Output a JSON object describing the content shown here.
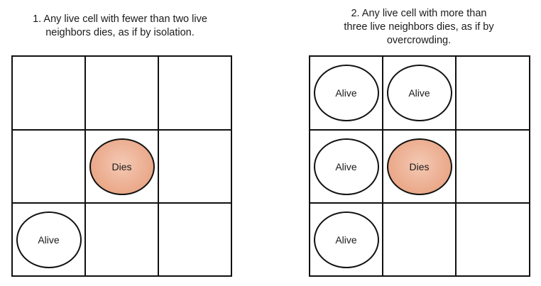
{
  "colors": {
    "alive_fill": "#ffffff",
    "dies_fill": "#eaa889",
    "grid_line": "#111111"
  },
  "rule1": {
    "caption_line1": "1. Any live cell with fewer than two live",
    "caption_line2": "neighbors dies, as if by isolation.",
    "cells": [
      [
        "",
        "",
        ""
      ],
      [
        "",
        "Dies",
        ""
      ],
      [
        "Alive",
        "",
        ""
      ]
    ]
  },
  "rule2": {
    "caption_line1": "2. Any live cell with more than",
    "caption_line2": "three live neighbors dies, as if by",
    "caption_line3": "overcrowding.",
    "cells": [
      [
        "Alive",
        "Alive",
        ""
      ],
      [
        "Alive",
        "Dies",
        ""
      ],
      [
        "Alive",
        "",
        ""
      ]
    ]
  }
}
